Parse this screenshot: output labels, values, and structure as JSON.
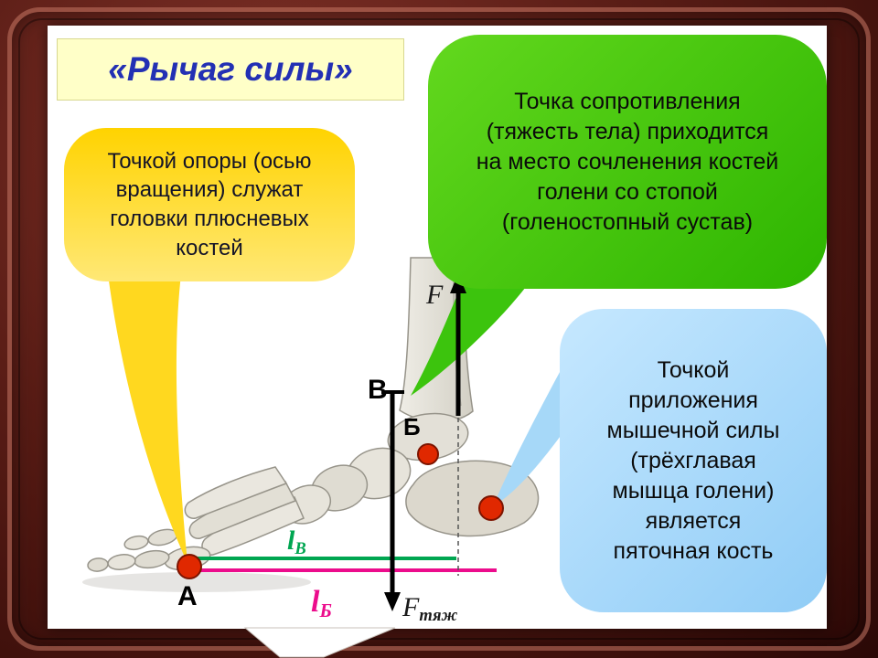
{
  "slide": {
    "title": "«Рычаг силы»"
  },
  "callouts": {
    "fulcrum": "Точкой опоры (осью вращения) служат головки плюсневых костей",
    "resistance": "Точка сопротивления (тяжесть тела) приходится на место сочленения костей голени со стопой (голеностопный сустав)",
    "effort": "Точкой приложения мышечной силы (трёхглавая мышца голени) является пяточная кость"
  },
  "labels": {
    "point_a": "А",
    "point_v": "В",
    "point_b": "Б",
    "force_muscle": "F",
    "force_gravity": "F",
    "force_gravity_sub": "тяж",
    "arm_v": "l",
    "arm_v_sub": "В",
    "arm_b": "l",
    "arm_b_sub": "Б"
  },
  "colors": {
    "title_text": "#2330b4",
    "title_bg": "#ffffc8",
    "bubble_fulcrum": "#ffd300",
    "bubble_resistance": "#2db500",
    "bubble_effort": "#a6d8f8",
    "arm_v": "#00a651",
    "arm_b": "#ec0c8c",
    "point_marker": "#e02800",
    "frame": "#5a1d16"
  }
}
